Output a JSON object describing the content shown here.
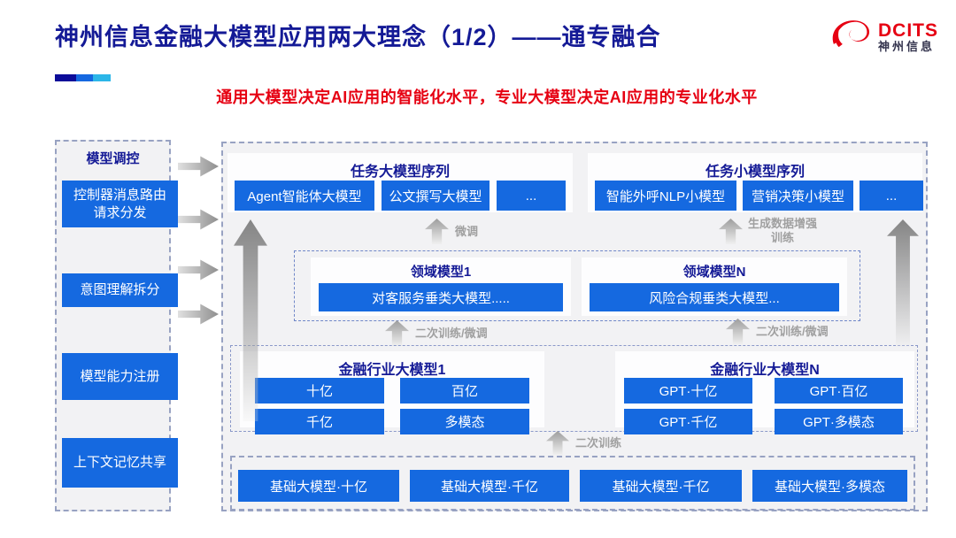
{
  "slide": {
    "title": "神州信息金融大模型应用两大理念（1/2）——通专融合",
    "subtitle": "通用大模型决定AI应用的智能化水平，专业大模型决定AI应用的专业化水平"
  },
  "logo": {
    "brand": "DCITS",
    "company": "神州信息"
  },
  "sidebar": {
    "title": "模型调控",
    "items": [
      "控制器消息路由请求分发",
      "意图理解拆分",
      "模型能力注册",
      "上下文记忆共享"
    ]
  },
  "task_large": {
    "title": "任务大模型序列",
    "items": [
      "Agent智能体大模型",
      "公文撰写大模型",
      "..."
    ]
  },
  "task_small": {
    "title": "任务小模型序列",
    "items": [
      "智能外呼NLP小模型",
      "营销决策小模型",
      "..."
    ]
  },
  "flow_labels": {
    "finetune": "微调",
    "gen_data_training": "生成数据增强训练",
    "secondary_training_finetune": "二次训练/微调",
    "secondary_training": "二次训练"
  },
  "domain_models": {
    "model1": {
      "title": "领域模型1",
      "item": "对客服务垂类大模型....."
    },
    "modelN": {
      "title": "领域模型N",
      "item": "风险合规垂类大模型..."
    }
  },
  "industry_models": {
    "model1": {
      "title": "金融行业大模型1",
      "items": [
        "十亿",
        "百亿",
        "千亿",
        "多模态"
      ]
    },
    "modelN": {
      "title": "金融行业大模型N",
      "items": [
        "GPT·十亿",
        "GPT·百亿",
        "GPT·千亿",
        "GPT·多模态"
      ]
    }
  },
  "base_models": {
    "items": [
      "基础大模型·十亿",
      "基础大模型·千亿",
      "基础大模型·千亿",
      "基础大模型·多模态"
    ]
  },
  "colors": {
    "button_blue": "#1569e0",
    "title_navy": "#141a96",
    "accent_red": "#e60012",
    "accent_bar": [
      "#0c0c99",
      "#1568e0",
      "#2cb6e8"
    ]
  }
}
